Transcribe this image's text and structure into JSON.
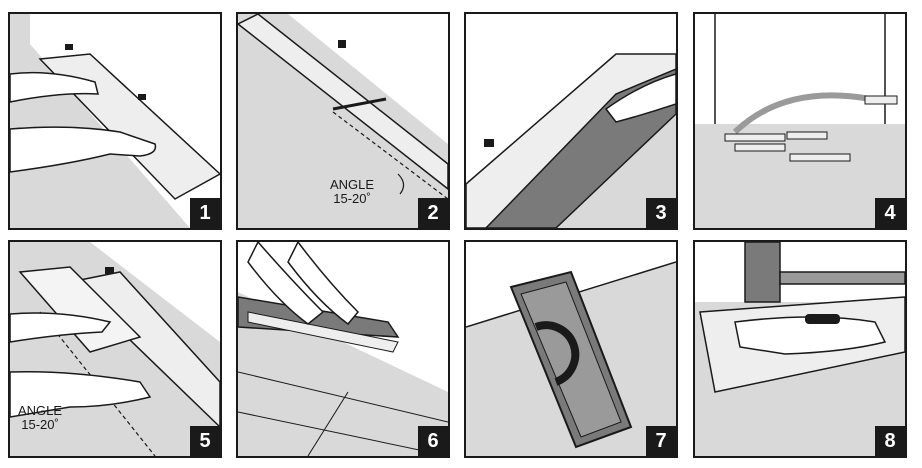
{
  "steps": [
    {
      "number": "1"
    },
    {
      "number": "2",
      "angle_label": "ANGLE",
      "angle_value": "15-20˚"
    },
    {
      "number": "3"
    },
    {
      "number": "4"
    },
    {
      "number": "5",
      "angle_label": "ANGLE",
      "angle_value": "15-20˚"
    },
    {
      "number": "6"
    },
    {
      "number": "7"
    },
    {
      "number": "8"
    }
  ],
  "colors": {
    "floor": "#d9d9d9",
    "wall": "#ffffff",
    "plank": "#bdbdbd",
    "dark": "#5a5a5a",
    "outline": "#1a1a1a"
  }
}
